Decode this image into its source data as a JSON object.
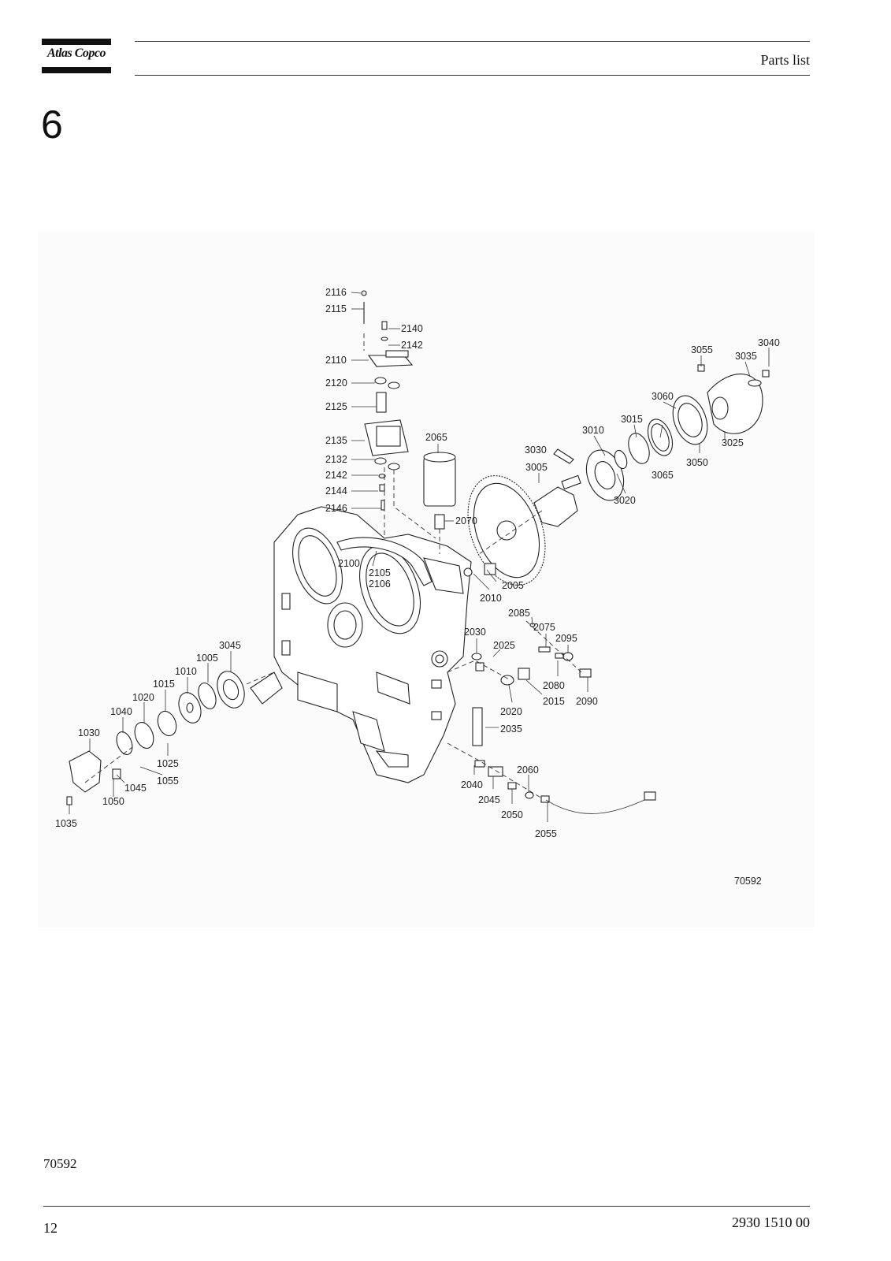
{
  "header": {
    "brand": "Atlas Copco",
    "title": "Parts list"
  },
  "section_number": "6",
  "figure": {
    "drawing_number": "70592",
    "callouts": [
      "2116",
      "2115",
      "2140",
      "2142",
      "2110",
      "2120",
      "2125",
      "2135",
      "2132",
      "2142",
      "2144",
      "2146",
      "2065",
      "2070",
      "2100",
      "2105",
      "2106",
      "2005",
      "2010",
      "3055",
      "3040",
      "3035",
      "3060",
      "3025",
      "3050",
      "3065",
      "3015",
      "3010",
      "3030",
      "3005",
      "3020",
      "2085",
      "2075",
      "2095",
      "2030",
      "2025",
      "2080",
      "2090",
      "2015",
      "2020",
      "2035",
      "2060",
      "2040",
      "2045",
      "2050",
      "2055",
      "3045",
      "1005",
      "1010",
      "1015",
      "1020",
      "1040",
      "1030",
      "1025",
      "1055",
      "1045",
      "1050",
      "1035"
    ]
  },
  "reference_code": "70592",
  "footer": {
    "page_number": "12",
    "document_number": "2930 1510 00"
  }
}
